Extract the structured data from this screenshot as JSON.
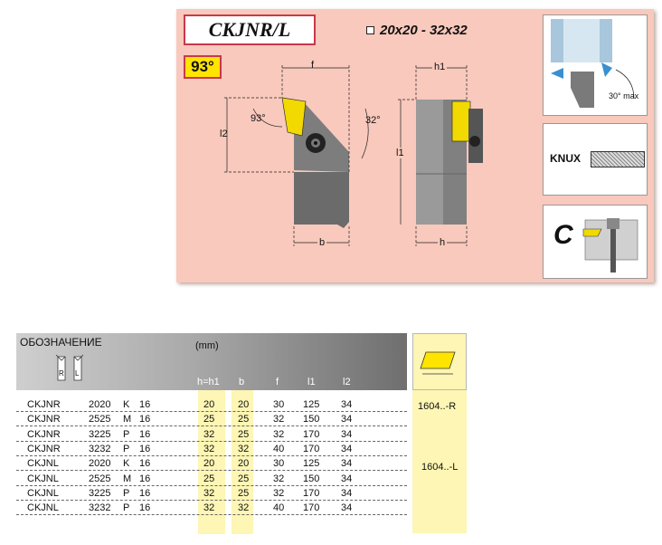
{
  "header": {
    "title": "CKJNR/L",
    "angle": "93°",
    "size_range": "20x20 - 32x32"
  },
  "drawing": {
    "dim_f": "f",
    "dim_l2": "l2",
    "angle_left": "93°",
    "angle_right": "32°",
    "dim_b": "b",
    "dim_h1": "h1",
    "dim_l1": "l1",
    "dim_h": "h"
  },
  "side": {
    "max_angle": "30° max",
    "knux": "KNUX",
    "clamp": "C"
  },
  "table": {
    "designation_label": "ОБОЗНАЧЕНИЕ",
    "unit": "(mm)",
    "handed_r": "R",
    "handed_l": "L",
    "headers": [
      "h=h1",
      "b",
      "f",
      "l1",
      "l2"
    ],
    "rows": [
      {
        "code": "CKJNR",
        "size": "2020",
        "letter": "K",
        "num": "16",
        "h": "20",
        "b": "20",
        "f": "30",
        "l1": "125",
        "l2": "34"
      },
      {
        "code": "CKJNR",
        "size": "2525",
        "letter": "M",
        "num": "16",
        "h": "25",
        "b": "25",
        "f": "32",
        "l1": "150",
        "l2": "34"
      },
      {
        "code": "CKJNR",
        "size": "3225",
        "letter": "P",
        "num": "16",
        "h": "32",
        "b": "25",
        "f": "32",
        "l1": "170",
        "l2": "34"
      },
      {
        "code": "CKJNR",
        "size": "3232",
        "letter": "P",
        "num": "16",
        "h": "32",
        "b": "32",
        "f": "40",
        "l1": "170",
        "l2": "34"
      },
      {
        "code": "CKJNL",
        "size": "2020",
        "letter": "K",
        "num": "16",
        "h": "20",
        "b": "20",
        "f": "30",
        "l1": "125",
        "l2": "34"
      },
      {
        "code": "CKJNL",
        "size": "2525",
        "letter": "M",
        "num": "16",
        "h": "25",
        "b": "25",
        "f": "32",
        "l1": "150",
        "l2": "34"
      },
      {
        "code": "CKJNL",
        "size": "3225",
        "letter": "P",
        "num": "16",
        "h": "32",
        "b": "25",
        "f": "32",
        "l1": "170",
        "l2": "34"
      },
      {
        "code": "CKJNL",
        "size": "3232",
        "letter": "P",
        "num": "16",
        "h": "32",
        "b": "32",
        "f": "40",
        "l1": "170",
        "l2": "34"
      }
    ],
    "insert_r": "1604..-R",
    "insert_l": "1604..-L"
  },
  "colors": {
    "panel": "#f8c9bc",
    "accent_red": "#c9384a",
    "badge_yellow": "#ffe400",
    "highlight": "#fdf6b4"
  }
}
